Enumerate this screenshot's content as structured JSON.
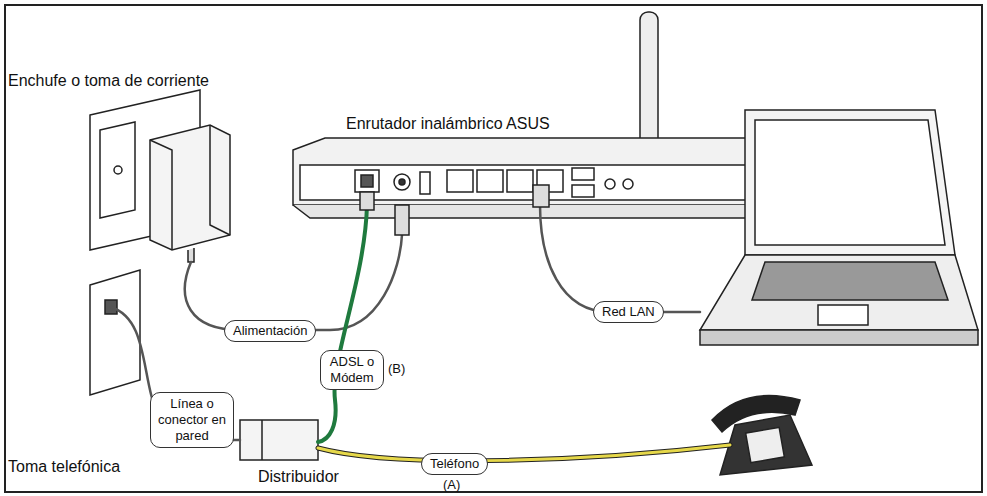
{
  "diagram": {
    "nodes": [
      {
        "text": [
          "Alimentación"
        ]
      },
      {
        "text": [
          "Red LAN"
        ]
      },
      {
        "text": [
          "ADSL o Módem"
        ]
      },
      {
        "text": [
          "Línea o conector en pared"
        ]
      },
      {
        "text": [
          "Teléfono"
        ]
      }
    ],
    "labels": [
      "Enchufe o toma de corriente",
      "Enrutador inalámbrico ASUS",
      "(B)",
      "Toma telefónica",
      "Distribuidor",
      "(A)"
    ]
  }
}
